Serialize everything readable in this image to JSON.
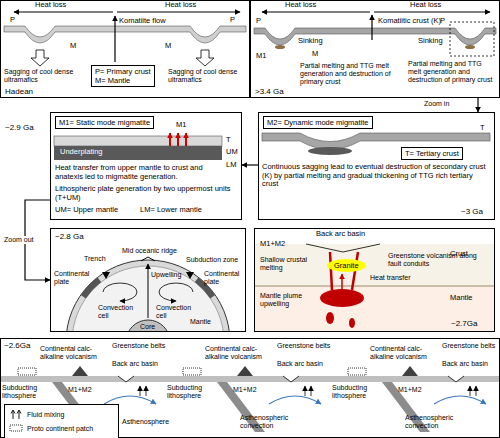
{
  "diagram": {
    "nodes": [
      {
        "text": [
          "Hadean"
        ]
      },
      {
        "text": [
          "P= Primary crust",
          "M= Mantle"
        ],
        "in": 0
      },
      {
        "text": [
          ">3.4 Ga"
        ]
      },
      {
        "text": [
          "~2.9 Ga"
        ]
      },
      {
        "text": [
          "M1= Static mode migmatite"
        ],
        "in": 3
      },
      {
        "text": [
          "~3 Ga"
        ]
      },
      {
        "text": [
          "M2= Dynamic mode migmatite"
        ],
        "in": 5
      },
      {
        "text": [
          "T= Tertiary crust"
        ],
        "in": 5
      },
      {
        "text": [
          "~2.8 Ga"
        ]
      },
      {
        "text": [
          "~2.7Ga"
        ]
      },
      {
        "text": [
          "Granite"
        ],
        "in": 9
      },
      {
        "text": [
          "~2.6Ga"
        ]
      }
    ],
    "edges": [
      {
        "from": 2,
        "to": 5,
        "arrow": "to",
        "label": "Zoom in"
      },
      {
        "from": 5,
        "to": 3,
        "arrow": "to"
      },
      {
        "from": 3,
        "to": 8,
        "arrow": "to",
        "label": "Zoom out"
      }
    ],
    "labels": [
      "Heat loss",
      "Heat loss",
      "Komatiite flow",
      "P",
      "M",
      "P",
      "M",
      "Sagging of cool dense ultramafics",
      "Sagging of cool dense ultramafics",
      "Heat loss",
      "Heat loss",
      "Komatiitic crust (K)",
      "P",
      "M1",
      "Sinking",
      "M",
      "Partial melting and TTG melt generation and destruction of primary crust",
      "Sinking",
      "P",
      "Partial melting and TTG melt generation and destruction of primary crust",
      "M1",
      "Underplating",
      "T",
      "UM",
      "LM",
      "Heat transfer from upper mantle to crust and anatexis led to migmatite generation.",
      "Lithospheric plate generation by two uppermost units (T+UM)",
      "UM= Upper mantle",
      "LM= Lower mantle",
      "Continuous sagging lead to eventual destruction of secondary crust (K) by partial melting and gradual thickening of TTG rich tertiary crust",
      "T",
      "Trench",
      "Mid oceanic ridge",
      "Subduction zone",
      "Continental plate",
      "Continental plate",
      "Convection cell",
      "Convection cell",
      "Upwelling",
      "Core",
      "Mantle",
      "Back arc basin",
      "M1+M2",
      "Crust",
      "Shallow crustal melting",
      "Greenstone volcanism along fault conduits",
      "Heat transfer",
      "Mantle plume upwelling",
      "Mantle",
      "Continental calc-alkaline volcanism",
      "Greenstone belts",
      "Back arc basin",
      "M1+M2",
      "Subducting lithosphere",
      "Asthenosphere",
      "Continental calc-alkaline volcanism",
      "Greenstone belts",
      "Back arc basin",
      "M1+M2",
      "Subducting lithosphere",
      "Asthenospheric convection",
      "Continental calc-alkaline volcanism",
      "Greenstone belts",
      "Back arc basin",
      "M1+M2",
      "Subducting lithosphere",
      "Asthenospheric convection"
    ],
    "legend": [
      {
        "text": "Fluid mixing"
      },
      {
        "text": "Proto continent patch"
      }
    ]
  }
}
